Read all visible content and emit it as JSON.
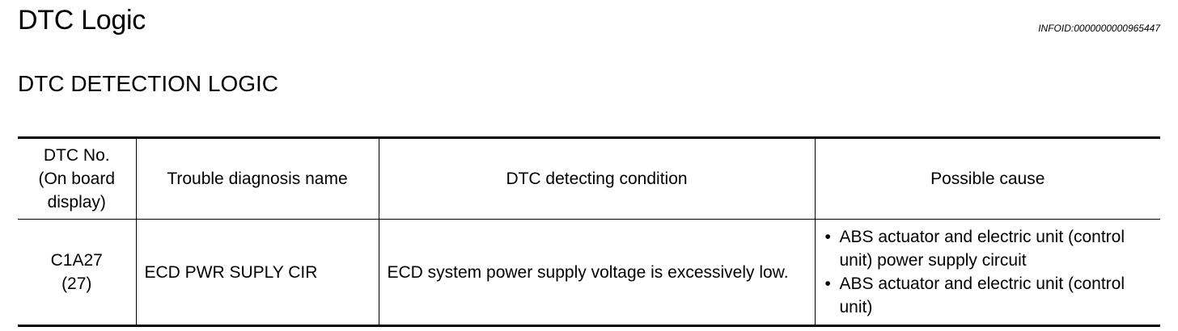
{
  "header": {
    "title": "DTC Logic",
    "info_id": "INFOID:0000000000965447"
  },
  "section": {
    "title": "DTC DETECTION LOGIC"
  },
  "table": {
    "headers": {
      "dtc_no": [
        "DTC No.",
        "(On board",
        "display)"
      ],
      "name": "Trouble diagnosis name",
      "condition": "DTC detecting condition",
      "cause": "Possible cause"
    },
    "rows": [
      {
        "dtc_no": [
          "C1A27",
          "(27)"
        ],
        "name": "ECD PWR SUPLY CIR",
        "condition": "ECD system power supply voltage is excessively low.",
        "causes": [
          "ABS actuator and electric unit (control unit) power supply circuit",
          "ABS actuator and electric unit (control unit)"
        ],
        "bullet": "•"
      }
    ]
  }
}
